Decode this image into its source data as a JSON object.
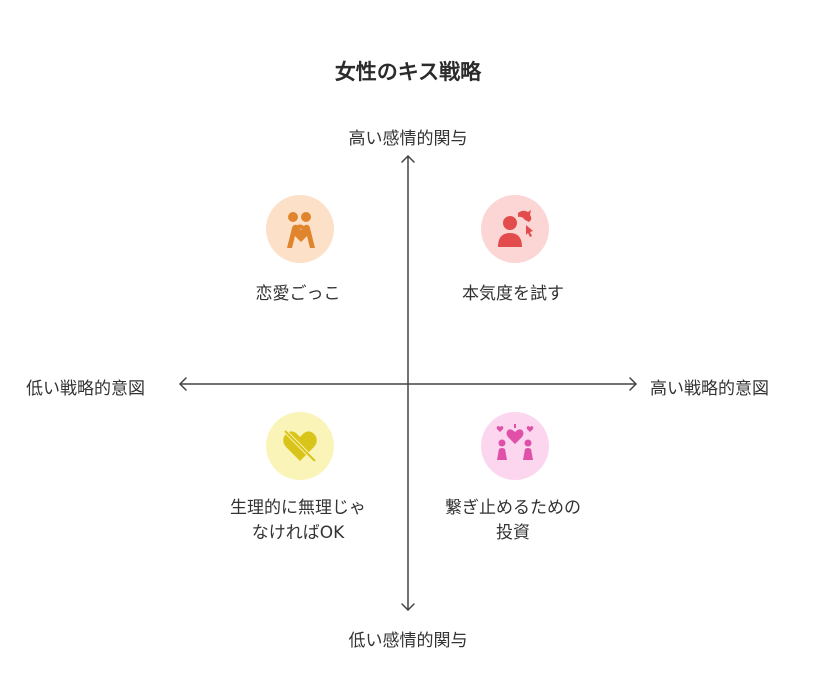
{
  "title": "女性のキス戦略",
  "axes": {
    "y_top": "高い感情的関与",
    "y_bottom": "低い感情的関与",
    "x_left": "低い戦略的意図",
    "x_right": "高い戦略的意図"
  },
  "quadrants": [
    {
      "label": "恋愛ごっこ",
      "position": "top-left",
      "icon": "couple-icon",
      "color": "#e0852e",
      "bg": "#fde0c8"
    },
    {
      "label": "本気度を試す",
      "position": "top-right",
      "icon": "test-person-icon",
      "color": "#e24c4c",
      "bg": "#fcd5d5"
    },
    {
      "label_line1": "生理的に無理じゃ",
      "label_line2": "なければOK",
      "position": "bottom-left",
      "icon": "broken-heart-icon",
      "color": "#d9c41a",
      "bg": "#fbf4b8"
    },
    {
      "label_line1": "繋ぎ止めるための",
      "label_line2": "投資",
      "position": "bottom-right",
      "icon": "couple-hearts-icon",
      "color": "#e04fa8",
      "bg": "#fbd6ee"
    }
  ]
}
